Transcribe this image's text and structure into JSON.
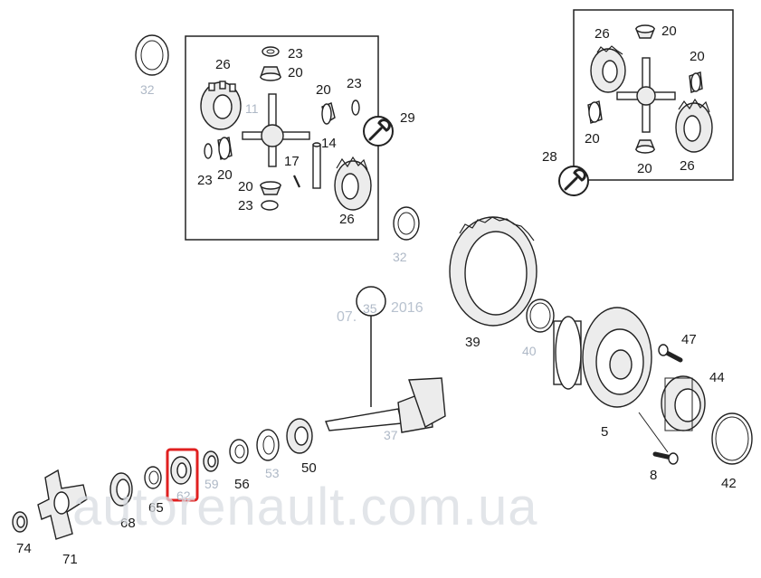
{
  "diagram": {
    "watermark": "autorenault.com.ua",
    "date_stamp_left": "07.",
    "date_stamp_right": "2016",
    "highlight_color": "#e02020",
    "highlighted_part": "62",
    "labels": {
      "p32_top": "32",
      "p26_a": "26",
      "p23_a": "23",
      "p20_a": "20",
      "p11": "11",
      "p20_b": "20",
      "p23_b": "23",
      "p29": "29",
      "p14": "14",
      "p17": "17",
      "p23_c": "23",
      "p20_c": "20",
      "p20_d": "20",
      "p23_d": "23",
      "p26_b": "26",
      "p26_r": "26",
      "p20_r1": "20",
      "p20_r2": "20",
      "p20_r3": "20",
      "p20_r4": "20",
      "p26_r2": "26",
      "p28": "28",
      "p32_mid": "32",
      "p35": "35",
      "p39": "39",
      "p40": "40",
      "p47": "47",
      "p44": "44",
      "p37": "37",
      "p5": "5",
      "p8": "8",
      "p42": "42",
      "p50": "50",
      "p53": "53",
      "p56": "56",
      "p59": "59",
      "p62": "62",
      "p65": "65",
      "p68": "68",
      "p71": "71",
      "p74": "74"
    }
  }
}
